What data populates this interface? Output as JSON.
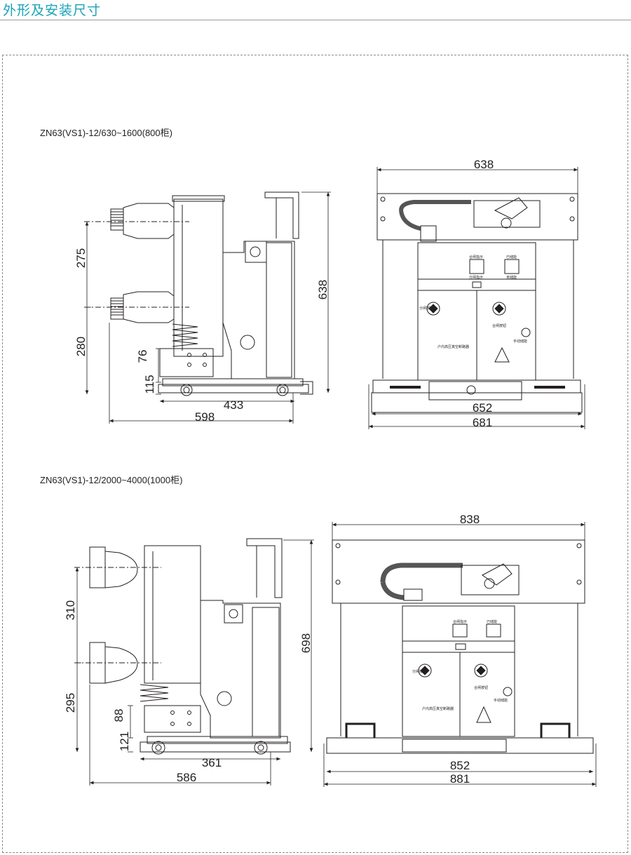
{
  "header": {
    "title": "外形及安装尺寸"
  },
  "section1": {
    "model": "ZN63(VS1)-12/630~1600(800柜)",
    "side": {
      "dim_upper": "275",
      "dim_lower": "280",
      "dim_76": "76",
      "dim_115": "115",
      "dim_433": "433",
      "dim_598": "598",
      "dim_height": "638"
    },
    "front": {
      "dim_top": "638",
      "dim_652": "652",
      "dim_681": "681"
    }
  },
  "section2": {
    "model": "ZN63(VS1)-12/2000~4000(1000柜)",
    "side": {
      "dim_upper": "310",
      "dim_lower": "295",
      "dim_88": "88",
      "dim_121": "121",
      "dim_361": "361",
      "dim_586": "586",
      "dim_height": "698"
    },
    "front": {
      "dim_top": "838",
      "dim_852": "852",
      "dim_881": "881"
    }
  },
  "panel_labels": {
    "close_indicator": "合闸指示",
    "open_indicator": "分闸指示",
    "stored": "已储能",
    "not_stored": "未储能",
    "open_button": "分闸按钮",
    "close_button": "合闸按钮",
    "manual_storage": "手动储能",
    "nameplate": "户内高压真空断路器"
  }
}
